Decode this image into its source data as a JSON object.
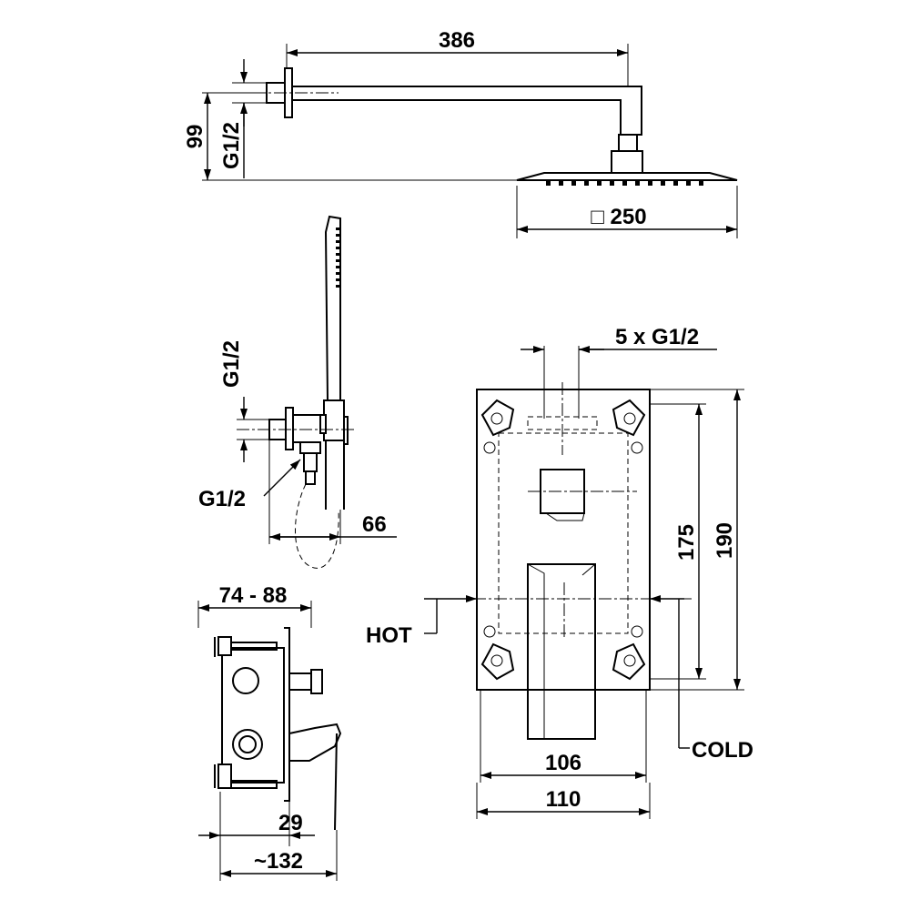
{
  "dimensions": {
    "arm_length": "386",
    "arm_height": "99",
    "arm_thread": "G1/2",
    "head_size": "□ 250",
    "hand_thread_top": "G1/2",
    "hand_thread_bottom": "G1/2",
    "hand_depth": "66",
    "box_depth": "74 - 88",
    "box_offset": "29",
    "box_total": "~132",
    "outlets": "5 x G1/2",
    "plate_inner_height": "175",
    "plate_height": "190",
    "plate_inner_width": "106",
    "plate_width": "110"
  },
  "labels": {
    "hot": "HOT",
    "cold": "COLD"
  }
}
